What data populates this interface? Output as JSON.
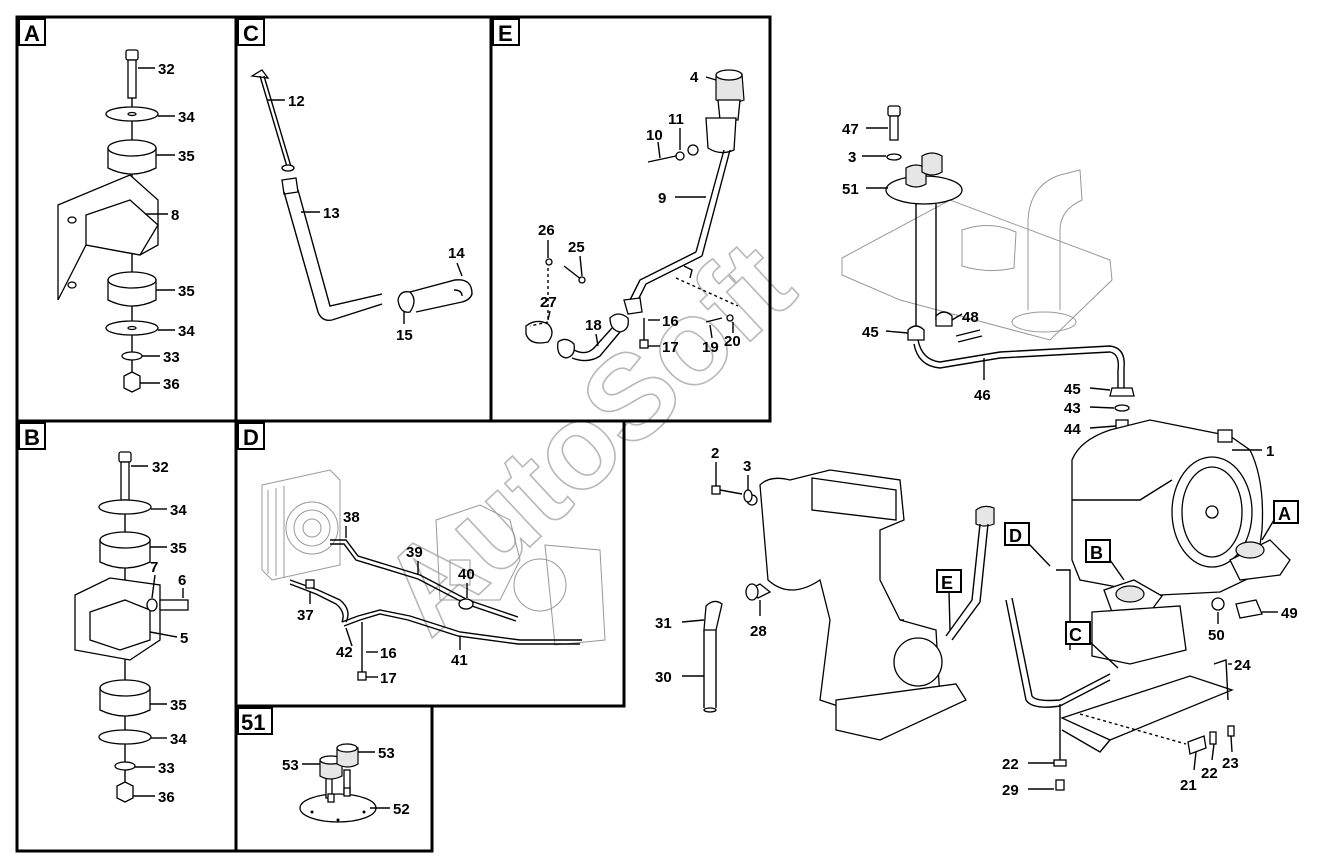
{
  "watermark": "AutoSoft",
  "panels": [
    {
      "id": "A",
      "label": "A"
    },
    {
      "id": "B",
      "label": "B"
    },
    {
      "id": "C",
      "label": "C"
    },
    {
      "id": "D",
      "label": "D"
    },
    {
      "id": "E",
      "label": "E"
    },
    {
      "id": "51",
      "label": "51"
    }
  ],
  "main_callouts": [
    "A",
    "B",
    "C",
    "D",
    "E"
  ],
  "labels": {
    "A": [
      "32",
      "34",
      "35",
      "8",
      "35",
      "34",
      "33",
      "36"
    ],
    "B": [
      "32",
      "34",
      "35",
      "7",
      "6",
      "5",
      "35",
      "34",
      "33",
      "36"
    ],
    "C": [
      "12",
      "13",
      "14",
      "15"
    ],
    "D": [
      "38",
      "39",
      "40",
      "37",
      "42",
      "16",
      "17",
      "41"
    ],
    "E": [
      "4",
      "11",
      "10",
      "9",
      "26",
      "25",
      "27",
      "18",
      "16",
      "17",
      "19",
      "20"
    ],
    "P51": [
      "53",
      "53",
      "52"
    ],
    "main": [
      "47",
      "3",
      "51",
      "45",
      "48",
      "46",
      "45",
      "43",
      "44",
      "1",
      "2",
      "3",
      "31",
      "28",
      "30",
      "50",
      "49",
      "24",
      "22",
      "29",
      "21",
      "22",
      "23"
    ]
  }
}
